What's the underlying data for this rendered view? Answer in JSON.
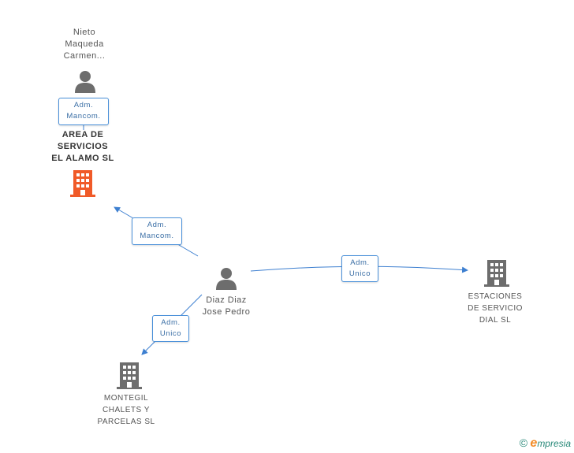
{
  "nodes": {
    "nieto": {
      "lines": [
        "Nieto",
        "Maqueda",
        "Carmen..."
      ],
      "icon": "person-icon"
    },
    "area": {
      "lines": [
        "AREA DE",
        "SERVICIOS",
        "EL ALAMO  SL"
      ],
      "icon": "building-icon",
      "color": "#f05a28"
    },
    "diaz": {
      "lines": [
        "Diaz Diaz",
        "Jose Pedro"
      ],
      "icon": "person-icon"
    },
    "estaciones": {
      "lines": [
        "ESTACIONES",
        "DE SERVICIO",
        "DIAL SL"
      ],
      "icon": "building-icon",
      "color": "#6d6d6d"
    },
    "montegil": {
      "lines": [
        "MONTEGIL",
        "CHALETS Y",
        "PARCELAS SL"
      ],
      "icon": "building-icon",
      "color": "#6d6d6d"
    }
  },
  "edges": {
    "nieto_area": {
      "lines": [
        "Adm.",
        "Mancom."
      ]
    },
    "diaz_area": {
      "lines": [
        "Adm.",
        "Mancom."
      ]
    },
    "diaz_estaciones": {
      "lines": [
        "Adm.",
        "Unico"
      ]
    },
    "diaz_montegil": {
      "lines": [
        "Adm.",
        "Unico"
      ]
    }
  },
  "colors": {
    "edge": "#3d7fd0",
    "person": "#6d6d6d"
  },
  "footer": {
    "copyright": "©",
    "brand_e": "e",
    "brand_rest": "mpresia"
  }
}
